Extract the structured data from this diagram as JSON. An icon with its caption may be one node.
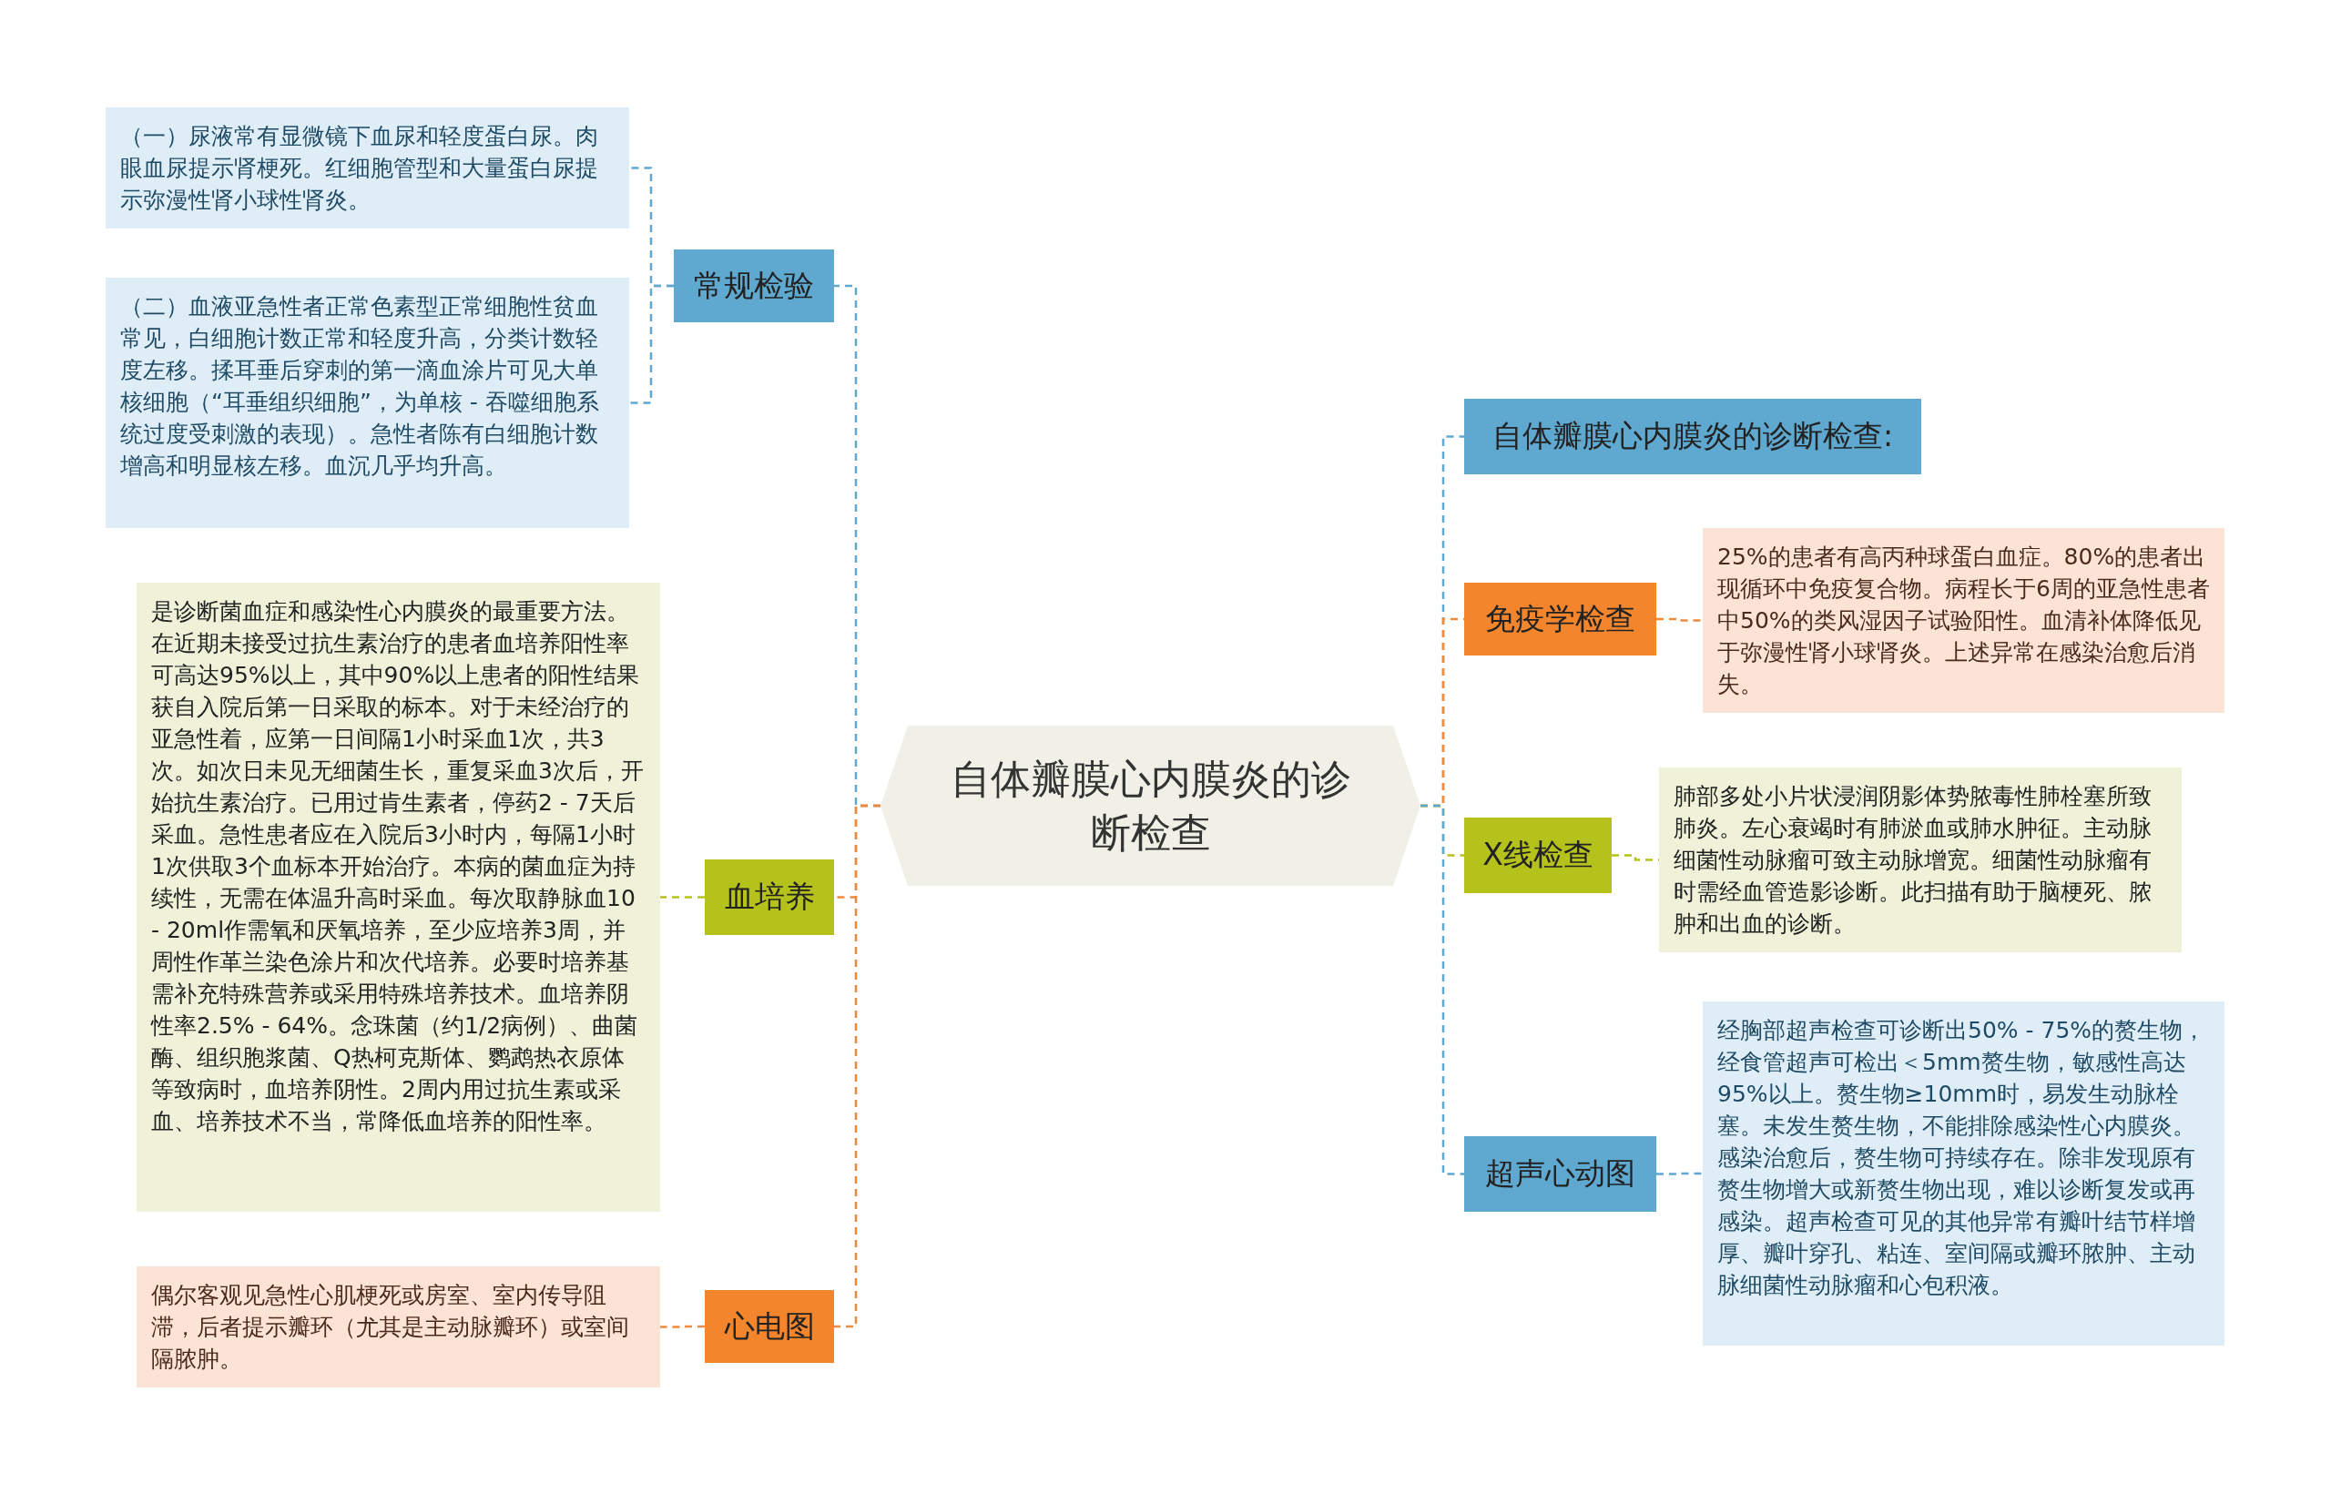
{
  "diagram": {
    "nodes": [
      {
        "text": [
          "自体瓣膜心内膜炎的诊断检查"
        ]
      },
      {
        "text": [
          "常规检验"
        ]
      },
      {
        "text": [
          "（一）尿液常有显微镜下血尿和轻度蛋白尿。肉眼血尿提示肾梗死。红细胞管型和大量蛋白尿提示弥漫性肾小球性肾炎。"
        ]
      },
      {
        "text": [
          "（二）血液亚急性者正常色素型正常细胞性贫血常见，白细胞计数正常和轻度升高，分类计数轻度左移。揉耳垂后穿刺的第一滴血涂片可见大单核细胞（“耳垂组织细胞”，为单核 - 吞噬细胞系统过度受刺激的表现）。急性者陈有白细胞计数增高和明显核左移。血沉几乎均升高。"
        ]
      },
      {
        "text": [
          "血培养"
        ]
      },
      {
        "text": [
          "是诊断菌血症和感染性心内膜炎的最重要方法。在近期未接受过抗生素治疗的患者血培养阳性率可高达95%以上，其中90%以上患者的阳性结果获自入院后第一日采取的标本。对于未经治疗的亚急性着，应第一日间隔1小时采血1次，共3次。如次日未见无细菌生长，重复采血3次后，开始抗生素治疗。已用过肯生素者，停药2 - 7天后采血。急性患者应在入院后3小时内，每隔1小时1次供取3个血标本开始治疗。本病的菌血症为持续性，无需在体温升高时采血。每次取静脉血10 - 20ml作需氧和厌氧培养，至少应培养3周，并周性作革兰染色涂片和次代培养。必要时培养基需补充特殊营养或采用特殊培养技术。血培养阴性率2.5% - 64%。念珠菌（约1/2病例）、曲菌酶、组织胞浆菌、Q热柯克斯体、鹦鹉热衣原体等致病时，血培养阴性。2周内用过抗生素或采血、培养技术不当，常降低血培养的阳性率。"
        ]
      },
      {
        "text": [
          "心电图"
        ]
      },
      {
        "text": [
          "偶尔客观见急性心肌梗死或房室、室内传导阻滞，后者提示瓣环（尤其是主动脉瓣环）或室间隔脓肿。"
        ]
      },
      {
        "text": [
          "自体瓣膜心内膜炎的诊断检查:"
        ]
      },
      {
        "text": [
          "免疫学检查"
        ]
      },
      {
        "text": [
          "25%的患者有高丙种球蛋白血症。80%的患者出现循环中免疫复合物。病程长于6周的亚急性患者中50%的类风湿因子试验阳性。血清补体降低见于弥漫性肾小球肾炎。上述异常在感染治愈后消失。"
        ]
      },
      {
        "text": [
          "X线检查"
        ]
      },
      {
        "text": [
          "肺部多处小片状浸润阴影体势脓毒性肺栓塞所致肺炎。左心衰竭时有肺淤血或肺水肿征。主动脉细菌性动脉瘤可致主动脉增宽。细菌性动脉瘤有时需经血管造影诊断。此扫描有助于脑梗死、脓肿和出血的诊断。"
        ]
      },
      {
        "text": [
          "超声心动图"
        ]
      },
      {
        "text": [
          "经胸部超声检查可诊断出50% - 75%的赘生物，经食管超声可检出＜5mm赘生物，敏感性高达95%以上。赘生物≥10mm时，易发生动脉栓塞。未发生赘生物，不能排除感染性心内膜炎。感染治愈后，赘生物可持续存在。除非发现原有赘生物增大或新赘生物出现，难以诊断复发或再感染。超声检查可见的其他异常有瓣叶结节样增厚、瓣叶穿孔、粘连、室间隔或瓣环脓肿、主动脉细菌性动脉瘤和心包积液。"
        ]
      }
    ],
    "edges": [
      {
        "from": 0,
        "to": 1,
        "arrow": "none",
        "style": "dashed",
        "color": "#5fa8cf"
      },
      {
        "from": 1,
        "to": 2,
        "arrow": "none",
        "style": "dashed",
        "color": "#5fa8cf"
      },
      {
        "from": 1,
        "to": 3,
        "arrow": "none",
        "style": "dashed",
        "color": "#5fa8cf"
      },
      {
        "from": 0,
        "to": 4,
        "arrow": "none",
        "style": "dashed",
        "color": "#ef8a3c"
      },
      {
        "from": 4,
        "to": 5,
        "arrow": "none",
        "style": "dashed",
        "color": "#b5c21c"
      },
      {
        "from": 0,
        "to": 6,
        "arrow": "none",
        "style": "dashed",
        "color": "#ef8a3c"
      },
      {
        "from": 6,
        "to": 7,
        "arrow": "none",
        "style": "dashed",
        "color": "#ef8a3c"
      },
      {
        "from": 0,
        "to": 8,
        "arrow": "none",
        "style": "dashed",
        "color": "#5fa8cf"
      },
      {
        "from": 0,
        "to": 9,
        "arrow": "none",
        "style": "dashed",
        "color": "#ef8a3c"
      },
      {
        "from": 9,
        "to": 10,
        "arrow": "none",
        "style": "dashed",
        "color": "#ef8a3c"
      },
      {
        "from": 0,
        "to": 11,
        "arrow": "none",
        "style": "dashed",
        "color": "#b5c21c"
      },
      {
        "from": 11,
        "to": 12,
        "arrow": "none",
        "style": "dashed",
        "color": "#b5c21c"
      },
      {
        "from": 0,
        "to": 13,
        "arrow": "none",
        "style": "dashed",
        "color": "#5fa8cf"
      },
      {
        "from": 13,
        "to": 14,
        "arrow": "none",
        "style": "dashed",
        "color": "#5fa8cf"
      }
    ]
  }
}
